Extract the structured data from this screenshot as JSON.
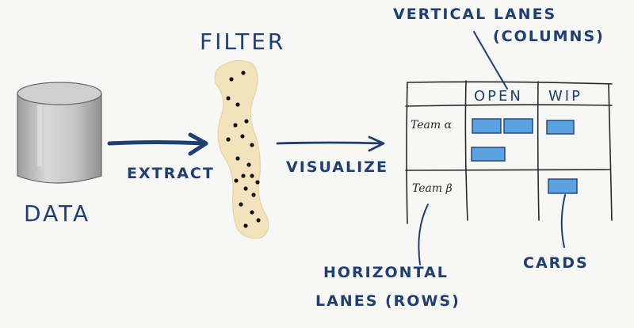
{
  "labels": {
    "data": "DATA",
    "filter": "FILTER",
    "extract": "EXTRACT",
    "visualize": "VISUALIZE",
    "vertical_lanes_line1": "VERTICAL LANES",
    "vertical_lanes_line2": "(COLUMNS)",
    "horizontal_lanes_line1": "HORIZONTAL",
    "horizontal_lanes_line2": "LANES (ROWS)",
    "cards": "CARDS"
  },
  "board": {
    "columns": [
      "OPEN",
      "WIP"
    ],
    "rows": [
      "Team α",
      "Team β"
    ]
  },
  "colors": {
    "ink": "#1f3f73",
    "card": "#5aa3e0",
    "filter_band": "#f3e3bd",
    "cylinder": "#b8b8b8"
  }
}
